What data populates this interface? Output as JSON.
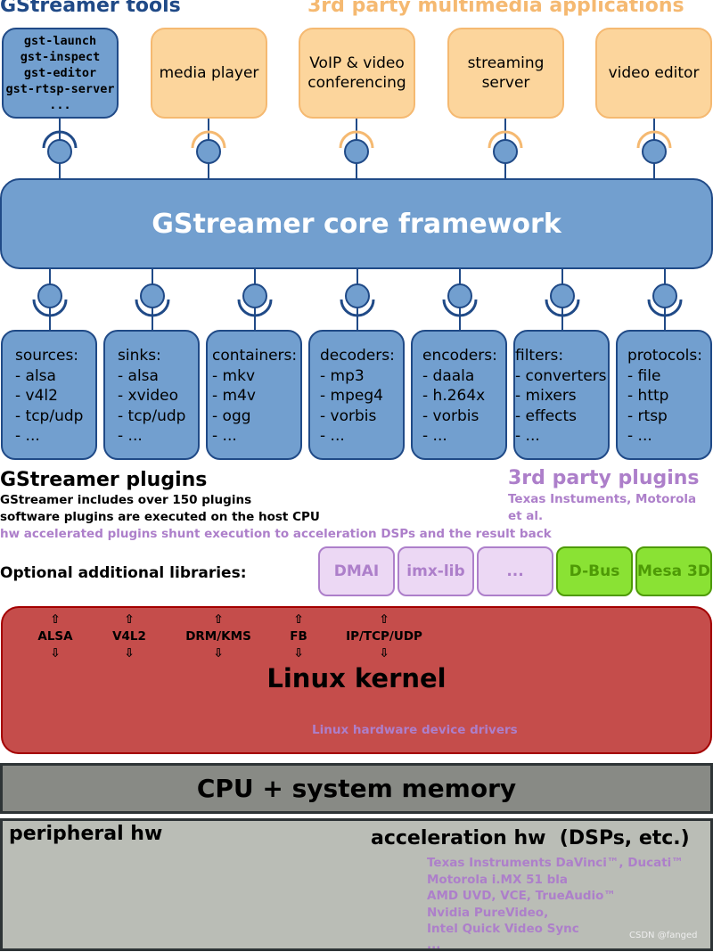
{
  "headers": {
    "tools": "GStreamer tools",
    "apps": "3rd party multimedia applications"
  },
  "tools": {
    "lines": [
      "gst-launch",
      "gst-inspect",
      "gst-editor",
      "gst-rtsp-server",
      "..."
    ]
  },
  "apps": [
    {
      "lines": [
        "media player"
      ]
    },
    {
      "lines": [
        "VoIP & video",
        "conferencing"
      ]
    },
    {
      "lines": [
        "streaming",
        "server"
      ]
    },
    {
      "lines": [
        "video editor"
      ]
    }
  ],
  "core": {
    "title": "GStreamer core framework"
  },
  "plugins": [
    {
      "title": "sources:",
      "items": [
        "- alsa",
        "- v4l2",
        "- tcp/udp",
        "- ..."
      ]
    },
    {
      "title": "sinks:",
      "items": [
        "- alsa",
        "- xvideo",
        "- tcp/udp",
        "- ..."
      ]
    },
    {
      "title": "containers:",
      "items": [
        "- mkv",
        "- m4v",
        "- ogg",
        "- ..."
      ]
    },
    {
      "title": "decoders:",
      "items": [
        "- mp3",
        "- mpeg4",
        "- vorbis",
        "- ..."
      ]
    },
    {
      "title": "encoders:",
      "items": [
        "- daala",
        "- h.264x",
        "- vorbis",
        "- ..."
      ]
    },
    {
      "title": "filters:",
      "items": [
        "- converters",
        "- mixers",
        "- effects",
        "- ..."
      ]
    },
    {
      "title": "protocols:",
      "items": [
        "- file",
        "- http",
        "- rtsp",
        "- ..."
      ]
    }
  ],
  "plugins_info": {
    "heading": "GStreamer plugins",
    "line1": "GStreamer includes over 150 plugins",
    "line2": "software plugins are executed on the host CPU",
    "line3": "hw accelerated plugins shunt execution to acceleration DSPs and the result back"
  },
  "third_party_plugins": {
    "heading": "3rd party plugins",
    "line1": "Texas Instuments, Motorola",
    "line2": "et al."
  },
  "libraries": {
    "label": "Optional additional libraries:",
    "items": [
      {
        "label": "DMAI",
        "style": "purple"
      },
      {
        "label": "imx-lib",
        "style": "purple"
      },
      {
        "label": "...",
        "style": "purple"
      },
      {
        "label": "D-Bus",
        "style": "green"
      },
      {
        "label": "Mesa 3D",
        "style": "green"
      }
    ]
  },
  "kernel": {
    "title": "Linux kernel",
    "up_arrow": "⇧",
    "down_arrow": "⇩",
    "interfaces": [
      "ALSA",
      "V4L2",
      "DRM/KMS",
      "FB",
      "IP/TCP/UDP"
    ],
    "drivers": "Linux hardware device drivers"
  },
  "cpu": {
    "title": "CPU + system memory"
  },
  "peripheral": {
    "left": "peripheral hw",
    "right": "acceleration hw  (DSPs, etc.)",
    "vendors": [
      "Texas Instruments DaVinci™, Ducati™",
      "Motorola i.MX 51 bla",
      "AMD UVD, VCE, TrueAudio™",
      "Nvidia PureVideo,",
      "Intel Quick Video Sync",
      "..."
    ]
  },
  "watermark": "CSDN @fanged",
  "colors": {
    "blue_fill": "#729fcf",
    "blue_stroke": "#204a87",
    "orange_fill": "#fcd59c",
    "orange_stroke": "#f5b971",
    "header_blue": "#204a87",
    "header_orange": "#f5b971",
    "purple": "#ad7fca",
    "green": "#8ae234",
    "kernel_red": "#c54d4b",
    "cpu_gray": "#888a85",
    "periph_gray": "#babdb6"
  }
}
